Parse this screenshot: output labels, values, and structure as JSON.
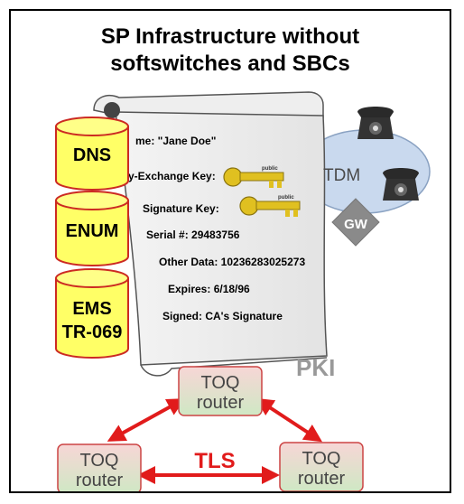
{
  "title": {
    "line1": "SP Infrastructure without",
    "line2": "softswitches and SBCs"
  },
  "certificate": {
    "name": "me: \"Jane Doe\"",
    "key_exchange": "y-Exchange Key:",
    "signature_key": "Signature Key:",
    "serial": "Serial #: 29483756",
    "other": "Other Data: 10236283025273",
    "expires": "Expires: 6/18/96",
    "signed": "Signed: CA's Signature",
    "key_tag": "public"
  },
  "databases": [
    {
      "line1": "DNS",
      "line2": ""
    },
    {
      "line1": "ENUM",
      "line2": ""
    },
    {
      "line1": "EMS",
      "line2": "TR-069"
    }
  ],
  "tdm_label": "TDM",
  "gateway_label": "GW",
  "pki_label": "PKI",
  "tls_label": "TLS",
  "routers": [
    {
      "line1": "TOQ",
      "line2": "router"
    },
    {
      "line1": "TOQ",
      "line2": "router"
    },
    {
      "line1": "TOQ",
      "line2": "router"
    }
  ],
  "colors": {
    "db_fill": "#ffff66",
    "db_stroke": "#cc2a22",
    "router_fill_top": "#f7d6d6",
    "router_fill_bottom": "#cfe8c4",
    "router_stroke": "#cc4444",
    "arrow": "#e11b1b",
    "tls_text": "#e11b1b",
    "pki_text": "#999999",
    "gateway": "#8a8a8a",
    "tdm_cloud": "#c9d9ee",
    "key": "#e0c020"
  }
}
